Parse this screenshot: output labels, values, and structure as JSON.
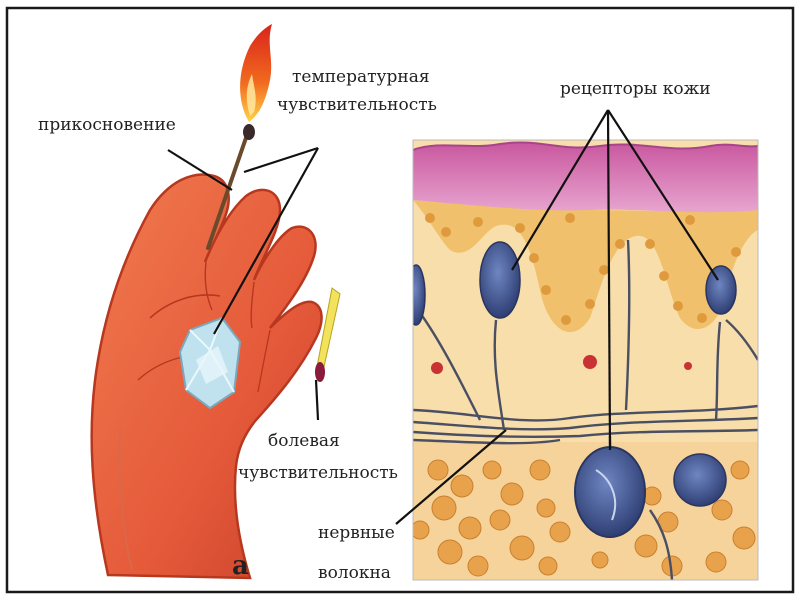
{
  "labels": {
    "touch": "прикосновение",
    "temperature_line1": "температурная",
    "temperature_line2": "чувствительность",
    "skin_receptors": "рецепторы кожи",
    "pain_line1": "болевая",
    "pain_line2": "чувствительность",
    "nerve_line1": "нервные",
    "nerve_line2": "волокна",
    "figure_letter": "а"
  },
  "colors": {
    "frame": "#1a1a1a",
    "hand_fill": "#e8603f",
    "hand_outline": "#b7371f",
    "epidermis": "#c76aa8",
    "dermis": "#f7deaa",
    "fat_cells": "#e9a24c",
    "receptor": "#4a5f9a",
    "nerve": "#4b4f63",
    "flame": "#e83a1a",
    "ice": "#bfe2ee"
  }
}
